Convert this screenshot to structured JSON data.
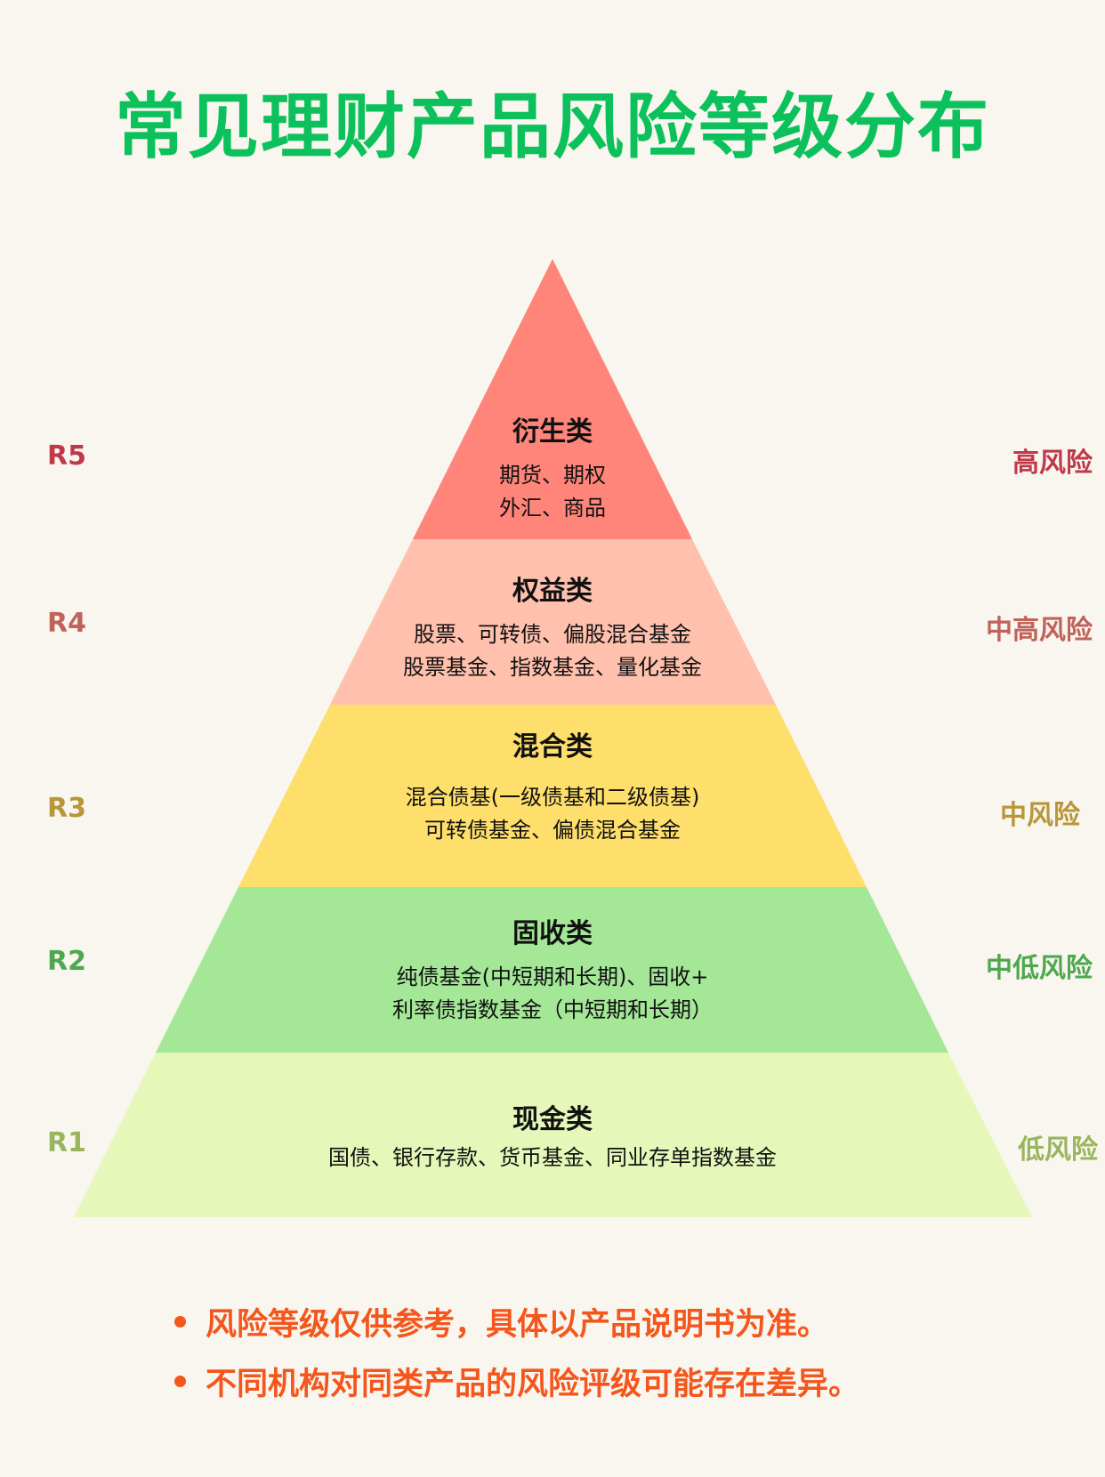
{
  "title": "常见理财产品风险等级分布",
  "levels": [
    {
      "code": "R5",
      "risk": "高风险",
      "category": "衍生类",
      "lines": [
        "期货、期权",
        "外汇、商品"
      ],
      "fill": "#ff857a",
      "label_color": "#c0394b"
    },
    {
      "code": "R4",
      "risk": "中高风险",
      "category": "权益类",
      "lines": [
        "股票、可转债、偏股混合基金",
        "股票基金、指数基金、量化基金"
      ],
      "fill": "#ffc0ad",
      "label_color": "#c0635a"
    },
    {
      "code": "R3",
      "risk": "中风险",
      "category": "混合类",
      "lines": [
        "混合债基(一级债基和二级债基)",
        "可转债基金、偏债混合基金"
      ],
      "fill": "#ffdf6b",
      "label_color": "#b8963a"
    },
    {
      "code": "R2",
      "risk": "中低风险",
      "category": "固收类",
      "lines": [
        "纯债基金(中短期和长期)、固收+",
        "利率债指数基金（中短期和长期）"
      ],
      "fill": "#a3e797",
      "label_color": "#4ea84f"
    },
    {
      "code": "R1",
      "risk": "低风险",
      "category": "现金类",
      "lines": [
        "国债、银行存款、货币基金、同业存单指数基金"
      ],
      "fill": "#e5f8b9",
      "label_color": "#9ab55e"
    }
  ],
  "notes": [
    "风险等级仅供参考，具体以产品说明书为准。",
    "不同机构对同类产品的风险评级可能存在差异。"
  ],
  "colors": {
    "title": "#0cc15c",
    "notes": "#f4561c",
    "background": "#f9f6ef"
  }
}
